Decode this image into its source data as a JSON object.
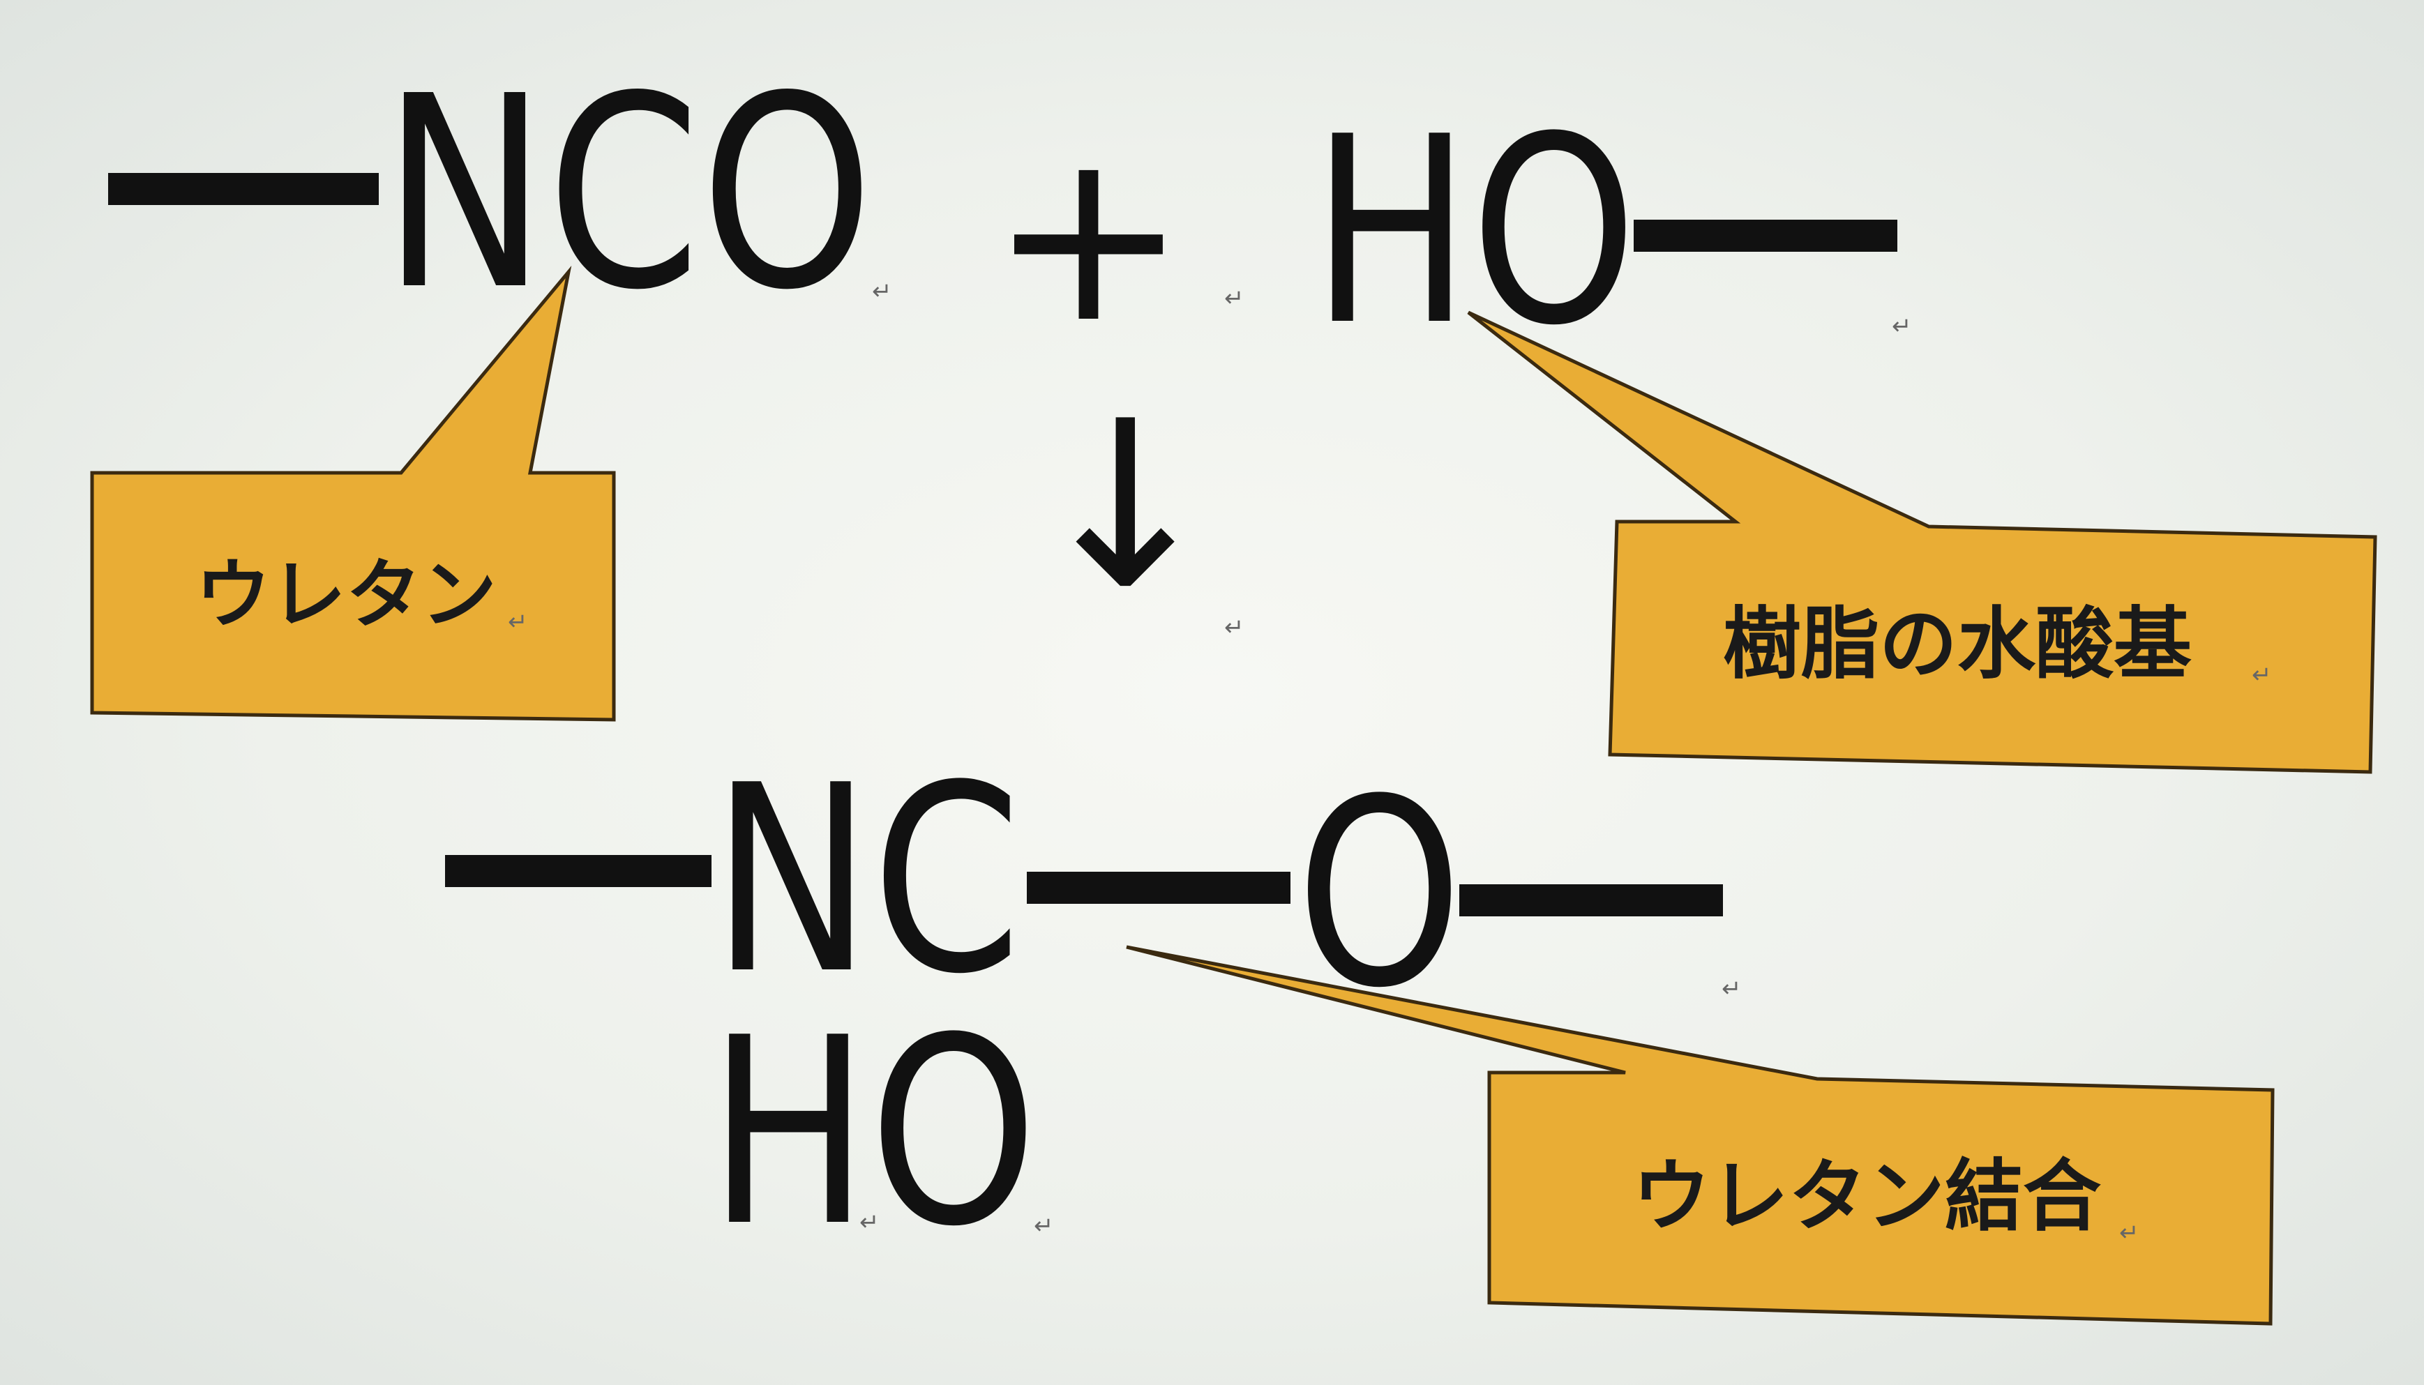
{
  "reactants": {
    "left": "NCO",
    "plus": "+",
    "right": "HO"
  },
  "arrow": "↓",
  "product": {
    "main_left": "NC",
    "main_right": "O",
    "below": "HO"
  },
  "callouts": [
    {
      "id": "urethane",
      "label": "ウレタン"
    },
    {
      "id": "resin-hydroxyl",
      "label": "樹脂の水酸基"
    },
    {
      "id": "urethane-bond",
      "label": "ウレタン結合"
    }
  ],
  "paragraph_mark": "↵",
  "colors": {
    "callout_fill": "#e9ad35",
    "callout_stroke": "#3b2a10",
    "ink": "#111111"
  }
}
